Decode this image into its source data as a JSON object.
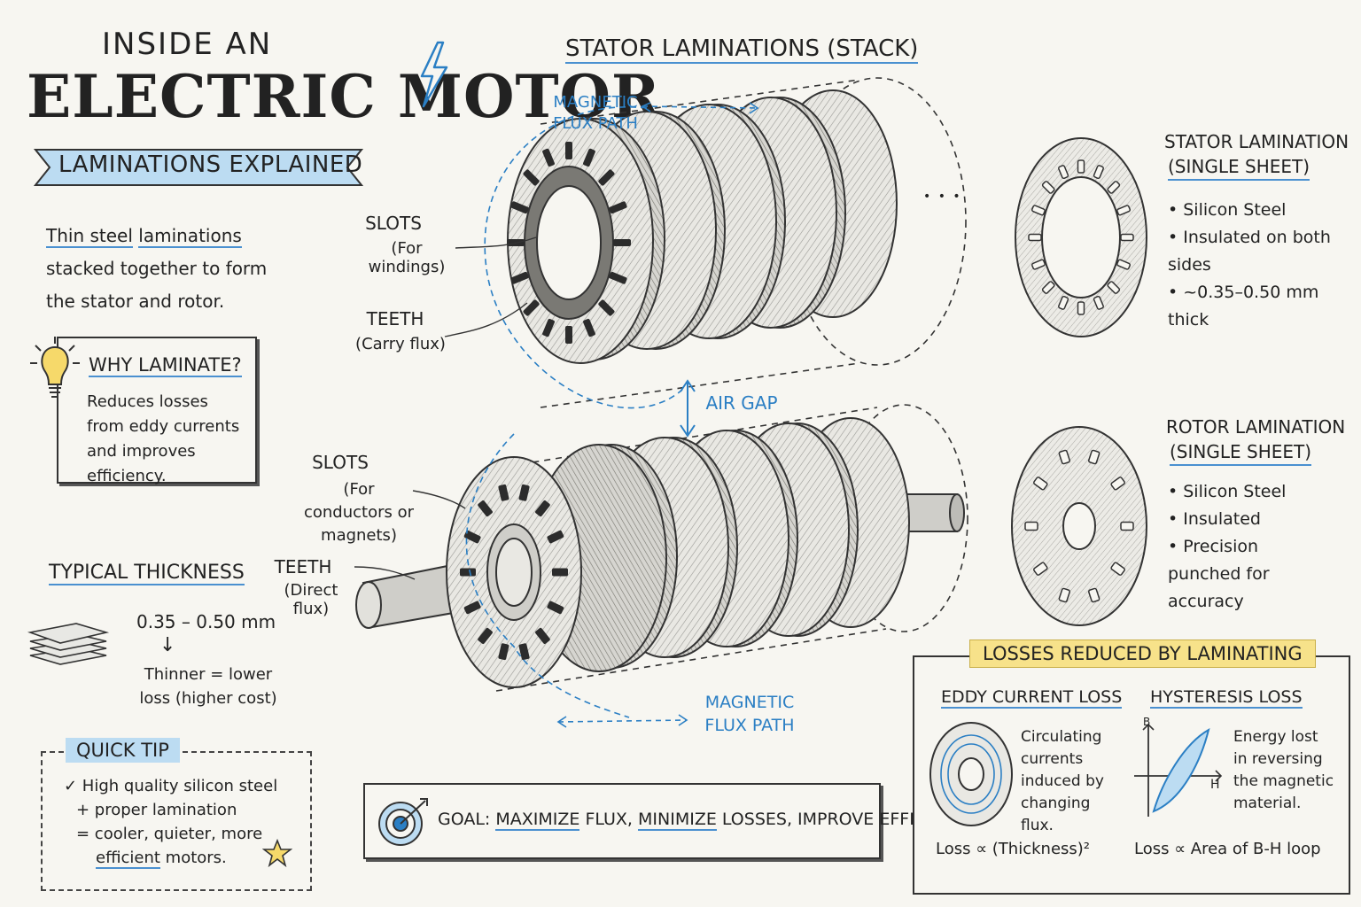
{
  "title": {
    "line1": "INSIDE AN",
    "line2": "ELECTRIC MOTOR"
  },
  "banner": "LAMINATIONS EXPLAINED",
  "intro": {
    "part1": "Thin steel",
    "part2": "laminations",
    "part3": "stacked together to form the stator and rotor."
  },
  "why_laminate": {
    "title": "WHY LAMINATE?",
    "body": "Reduces losses from eddy currents and improves efficiency."
  },
  "typical_thickness": {
    "title": "TYPICAL THICKNESS",
    "value": "0.35 – 0.50 mm",
    "arrow": "↓",
    "note": "Thinner = lower loss (higher cost)"
  },
  "quick_tip": {
    "title": "QUICK TIP",
    "line1": "✓ High quality silicon steel",
    "line2": "+ proper lamination",
    "line3": "= cooler, quieter, more",
    "line4a": "efficient",
    "line4b": "motors."
  },
  "stack_title": "STATOR LAMINATIONS (STACK)",
  "labels": {
    "flux_top": "MAGNETIC FLUX PATH",
    "stator_slots": "SLOTS",
    "stator_slots_sub": "(For windings)",
    "stator_teeth": "TEETH",
    "stator_teeth_sub": "(Carry flux)",
    "air_gap": "AIR GAP",
    "rotor_slots": "SLOTS",
    "rotor_slots_sub": "(For conductors or magnets)",
    "rotor_teeth": "TEETH",
    "rotor_teeth_sub": "(Direct flux)",
    "flux_bottom": "MAGNETIC FLUX PATH",
    "dots": "• • •"
  },
  "goal": {
    "prefix": "GOAL: ",
    "w1": "MAXIMIZE",
    "t1": " FLUX, ",
    "w2": "MINIMIZE",
    "t2": " LOSSES, IMPROVE EFFICIENCY"
  },
  "stator_sheet": {
    "title1": "STATOR LAMINATION",
    "title2": "(SINGLE SHEET)",
    "bullets": [
      "• Silicon Steel",
      "• Insulated on both sides",
      "• ~0.35–0.50 mm thick"
    ]
  },
  "rotor_sheet": {
    "title1": "ROTOR LAMINATION",
    "title2": "(SINGLE SHEET)",
    "bullets": [
      "• Silicon Steel",
      "• Insulated",
      "• Precision punched for accuracy"
    ]
  },
  "losses": {
    "title": "LOSSES REDUCED BY LAMINATING",
    "eddy_title": "EDDY CURRENT LOSS",
    "eddy_text": "Circulating currents induced by changing flux.",
    "eddy_formula": "Loss ∝ (Thickness)²",
    "hyst_title": "HYSTERESIS LOSS",
    "hyst_text": "Energy lost in reversing the magnetic material.",
    "hyst_formula": "Loss ∝ Area of B-H loop",
    "axis_b": "B",
    "axis_h": "H"
  },
  "colors": {
    "accent": "#2b7fc4",
    "banner": "#bcdcf2",
    "highlight": "#f7e28a",
    "ink": "#222222"
  }
}
